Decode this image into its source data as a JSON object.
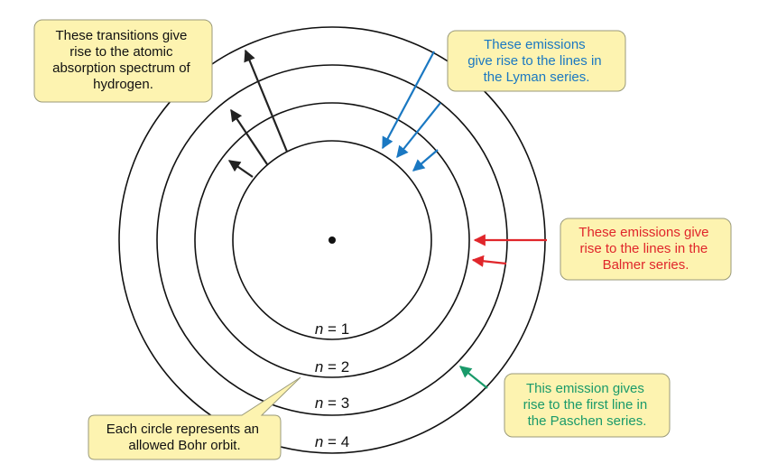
{
  "orbits": [
    {
      "n": "1",
      "label_prefix": "n",
      "label_sep": " = "
    },
    {
      "n": "2",
      "label_prefix": "n",
      "label_sep": " = "
    },
    {
      "n": "3",
      "label_prefix": "n",
      "label_sep": " = "
    },
    {
      "n": "4",
      "label_prefix": "n",
      "label_sep": " = "
    }
  ],
  "callouts": {
    "absorption": {
      "lines": [
        "These transitions give",
        "rise to the atomic",
        "absorption spectrum of",
        "hydrogen."
      ],
      "color": "#111111"
    },
    "lyman": {
      "lines": [
        "These emissions",
        "give rise to the lines in",
        "the Lyman series."
      ],
      "color": "#1a78c2"
    },
    "balmer": {
      "lines": [
        "These emissions give",
        "rise to the lines in the",
        "Balmer series."
      ],
      "color": "#e0262b"
    },
    "paschen": {
      "lines": [
        "This emission gives",
        "rise to the first line in",
        "the Paschen series."
      ],
      "color": "#1a9a6a"
    },
    "bohr": {
      "lines": [
        "Each circle represents an",
        "allowed Bohr orbit."
      ],
      "color": "#111111"
    }
  },
  "colors": {
    "callout_fill": "#fdf3b0",
    "callout_stroke": "#9a9a7a",
    "absorption_arrow": "#222222",
    "lyman_arrow": "#1a78c2",
    "balmer_arrow": "#e0262b",
    "paschen_arrow": "#1a9a6a",
    "orbit_stroke": "#111111"
  }
}
